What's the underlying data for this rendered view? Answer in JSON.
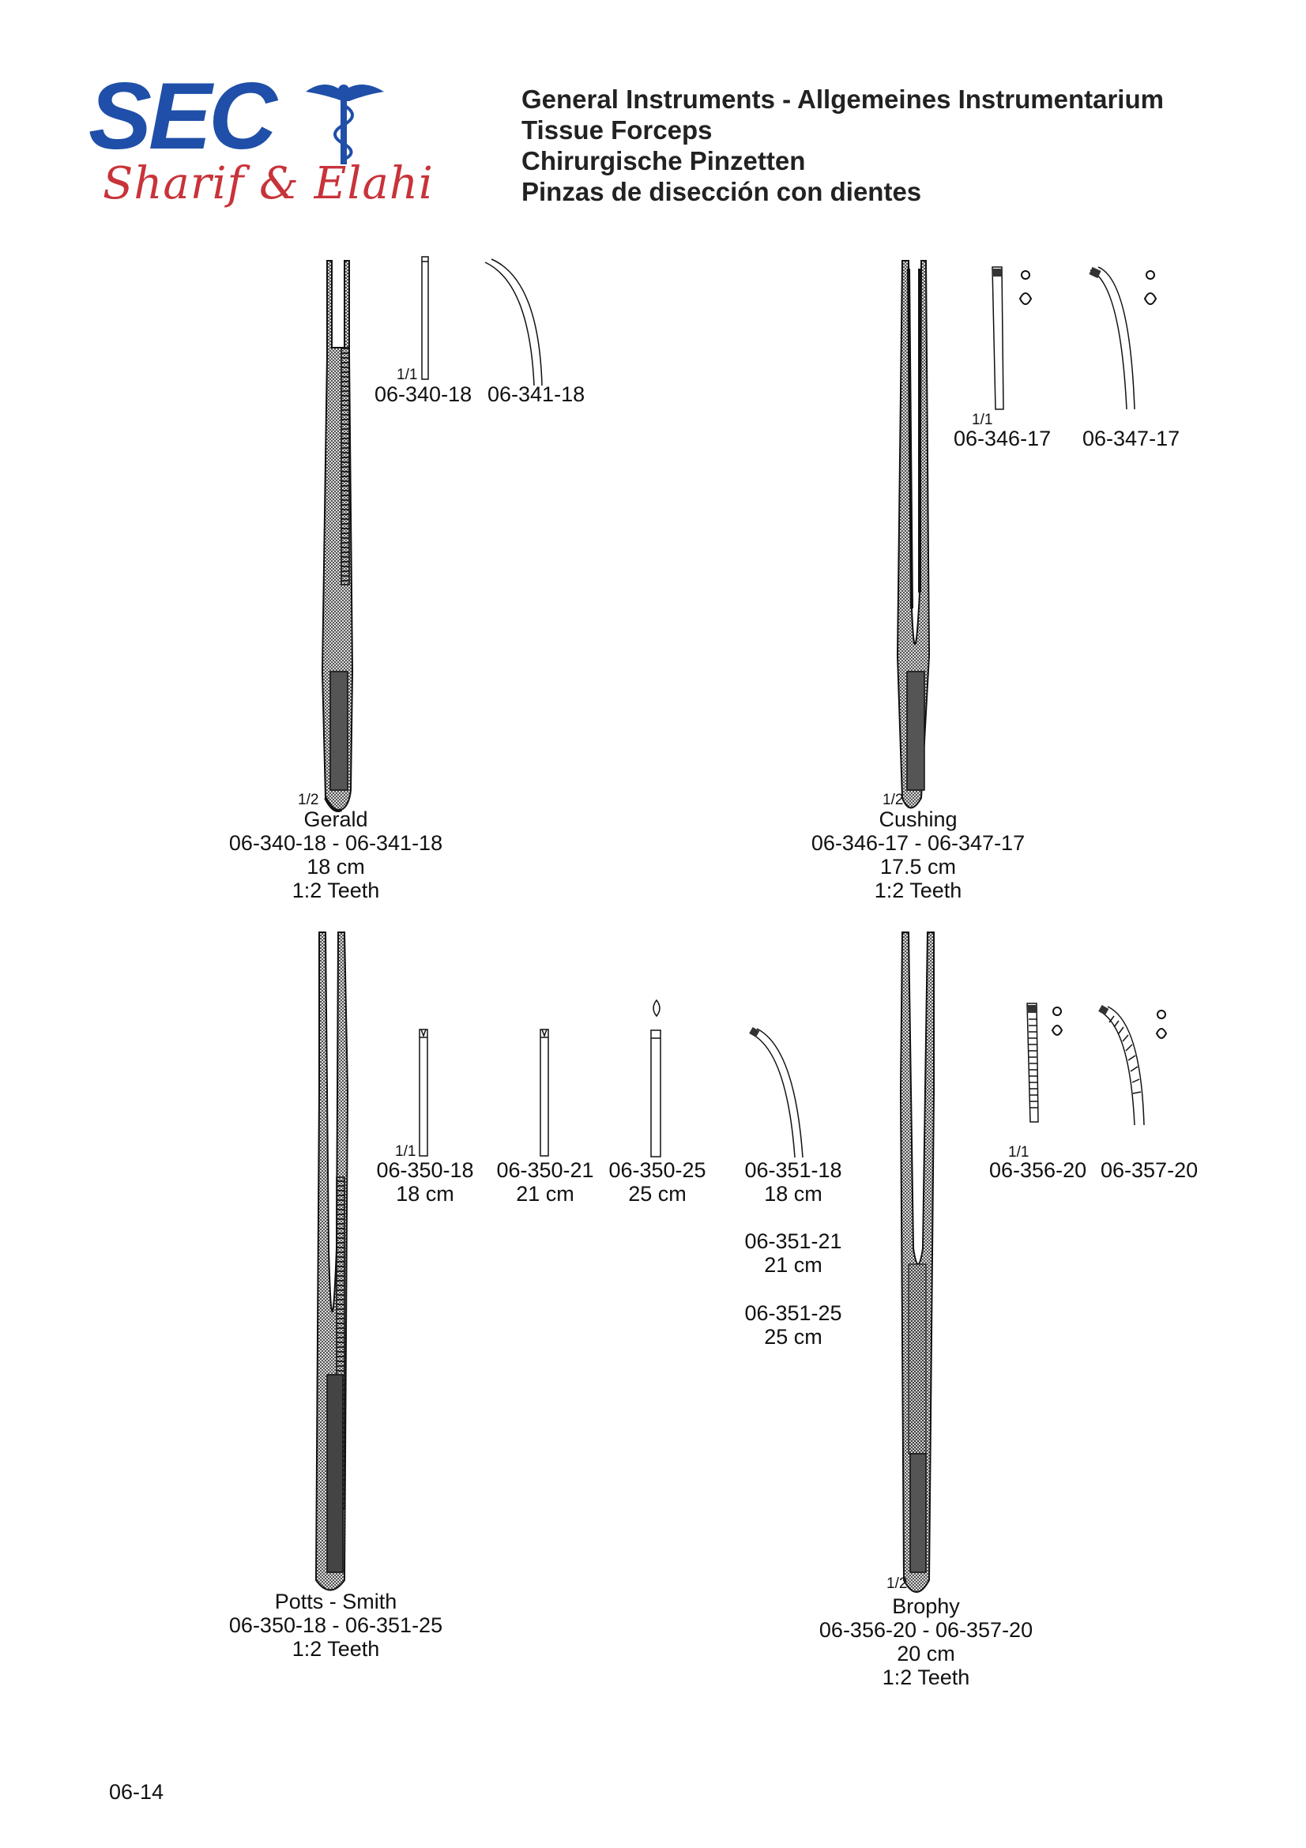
{
  "logo": {
    "letters": "SEC",
    "script": "Sharif & Elahi"
  },
  "header": {
    "line1": "General Instruments  -  Allgemeines Instrumentarium",
    "line2": "Tissue Forceps",
    "line3": "Chirurgische Pinzetten",
    "line4": "Pinzas de disección con dientes"
  },
  "gerald": {
    "scale_tip": "1/1",
    "scale_main": "1/2",
    "code_straight": "06-340-18",
    "code_curved": "06-341-18",
    "name": "Gerald",
    "range": "06-340-18  -  06-341-18",
    "size": "18 cm",
    "teeth": "1:2 Teeth"
  },
  "cushing": {
    "scale_tip": "1/1",
    "scale_main": "1/2",
    "code_straight": "06-346-17",
    "code_curved": "06-347-17",
    "name": "Cushing",
    "range": "06-346-17  -  06-347-17",
    "size": "17.5 cm",
    "teeth": "1:2 Teeth"
  },
  "potts": {
    "scale_tip": "1/1",
    "variants": [
      {
        "code": "06-350-18",
        "size": "18 cm"
      },
      {
        "code": "06-350-21",
        "size": "21 cm"
      },
      {
        "code": "06-350-25",
        "size": "25 cm"
      }
    ],
    "curved": [
      {
        "code": "06-351-18",
        "size": "18 cm"
      },
      {
        "code": "06-351-21",
        "size": "21 cm"
      },
      {
        "code": "06-351-25",
        "size": "25 cm"
      }
    ],
    "name": "Potts - Smith",
    "range": "06-350-18  -  06-351-25",
    "teeth": "1:2 Teeth"
  },
  "brophy": {
    "scale_tip": "1/1",
    "scale_main": "1/2",
    "code_straight": "06-356-20",
    "code_curved": "06-357-20",
    "name": "Brophy",
    "range": "06-356-20  -  06-357-20",
    "size": "20 cm",
    "teeth": "1:2 Teeth"
  },
  "page_number": "06-14",
  "colors": {
    "logo_blue": "#1f4fa8",
    "logo_red": "#c8333a",
    "ink": "#111111"
  }
}
